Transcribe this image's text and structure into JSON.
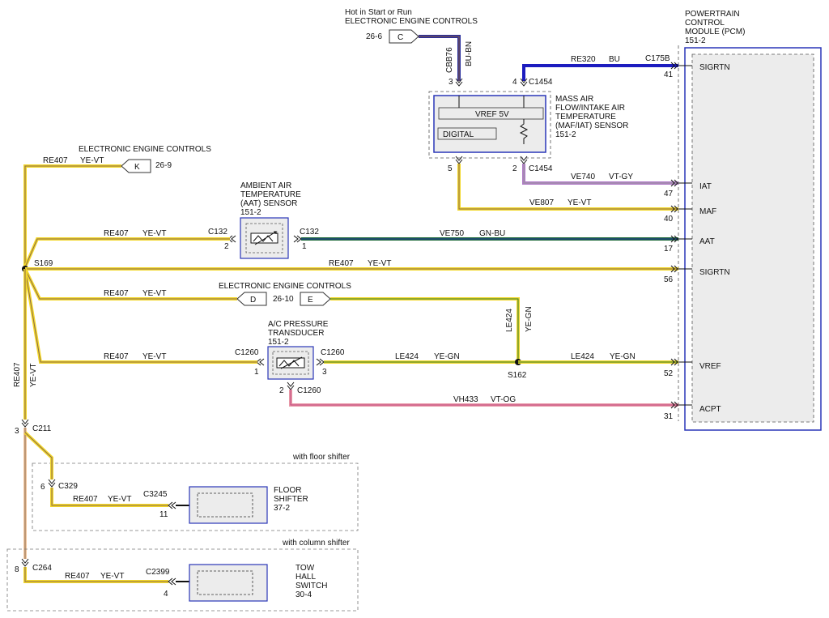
{
  "pcm": {
    "title": [
      "POWERTRAIN",
      "CONTROL",
      "MODULE (PCM)",
      "151-2"
    ],
    "connector": "C175B",
    "pins": [
      {
        "name": "SIGRTN",
        "num": "41"
      },
      {
        "name": "IAT",
        "num": "47"
      },
      {
        "name": "MAF",
        "num": "40"
      },
      {
        "name": "AAT",
        "num": "17"
      },
      {
        "name": "SIGRTN",
        "num": "56"
      },
      {
        "name": "VREF",
        "num": "52"
      },
      {
        "name": "ACPT",
        "num": "31"
      }
    ]
  },
  "top_ref": {
    "line1": "Hot in Start or Run",
    "line2": "ELECTRONIC ENGINE CONTROLS",
    "page": "26-6",
    "letter": "C"
  },
  "maf": {
    "title": [
      "MASS AIR",
      "FLOW/INTAKE AIR",
      "TEMPERATURE",
      "(MAF/IAT) SENSOR",
      "151-2"
    ],
    "vref_label": "VREF 5V",
    "digital_label": "DIGITAL",
    "connector_top": "C1454",
    "connector_bottom": "C1454",
    "pin3": "3",
    "pin4": "4",
    "pin5": "5",
    "pin2": "2"
  },
  "wires": {
    "cbb76": {
      "circuit": "CBB76",
      "color": "BU-BN"
    },
    "re320": {
      "circuit": "RE320",
      "color": "BU"
    },
    "ve740": {
      "circuit": "VE740",
      "color": "VT-GY"
    },
    "ve807": {
      "circuit": "VE807",
      "color": "YE-VT"
    },
    "ve750": {
      "circuit": "VE750",
      "color": "GN-BU"
    },
    "re407": {
      "circuit": "RE407",
      "color": "YE-VT"
    },
    "le424": {
      "circuit": "LE424",
      "color": "YE-GN"
    },
    "vh433": {
      "circuit": "VH433",
      "color": "VT-OG"
    }
  },
  "eec_k": {
    "label": "ELECTRONIC ENGINE CONTROLS",
    "letter": "K",
    "page": "26-9"
  },
  "eec_de": {
    "label": "ELECTRONIC ENGINE CONTROLS",
    "letter_d": "D",
    "page": "26-10",
    "letter_e": "E"
  },
  "aat": {
    "title": [
      "AMBIENT AIR",
      "TEMPERATURE",
      "(AAT) SENSOR",
      "151-2"
    ],
    "connector_left": "C132",
    "connector_right": "C132",
    "pin2": "2",
    "pin1": "1"
  },
  "splice_s169": "S169",
  "splice_s162": "S162",
  "acp": {
    "title": [
      "A/C PRESSURE",
      "TRANSDUCER",
      "151-2"
    ],
    "connector_left": "C1260",
    "connector_right": "C1260",
    "connector_bottom": "C1260",
    "pin1": "1",
    "pin3": "3",
    "pin2": "2"
  },
  "c211": {
    "label": "C211",
    "pin": "3"
  },
  "floor": {
    "section": "with floor shifter",
    "c329": "C329",
    "c329_pin": "6",
    "connector": "C3245",
    "pin": "11",
    "title": [
      "FLOOR",
      "SHIFTER",
      "37-2"
    ]
  },
  "column": {
    "section": "with column shifter",
    "c264": "C264",
    "c264_pin": "8",
    "connector": "C2399",
    "pin": "4",
    "title": [
      "TOW",
      "HALL",
      "SWITCH",
      "30-4"
    ]
  }
}
